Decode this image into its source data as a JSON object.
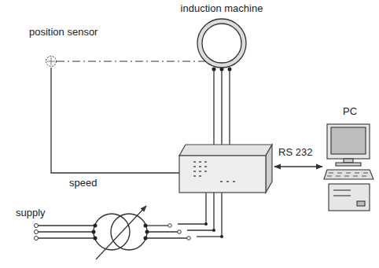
{
  "diagram": {
    "nodes": [
      {
        "text": [
          "induction machine"
        ]
      },
      {
        "text": [
          "position sensor"
        ]
      },
      {
        "text": [
          "PC"
        ]
      }
    ],
    "edges": [
      {
        "from": 1,
        "to": 0,
        "arrow": "none"
      }
    ],
    "labels": [
      "RS 232",
      "speed",
      "supply"
    ]
  }
}
